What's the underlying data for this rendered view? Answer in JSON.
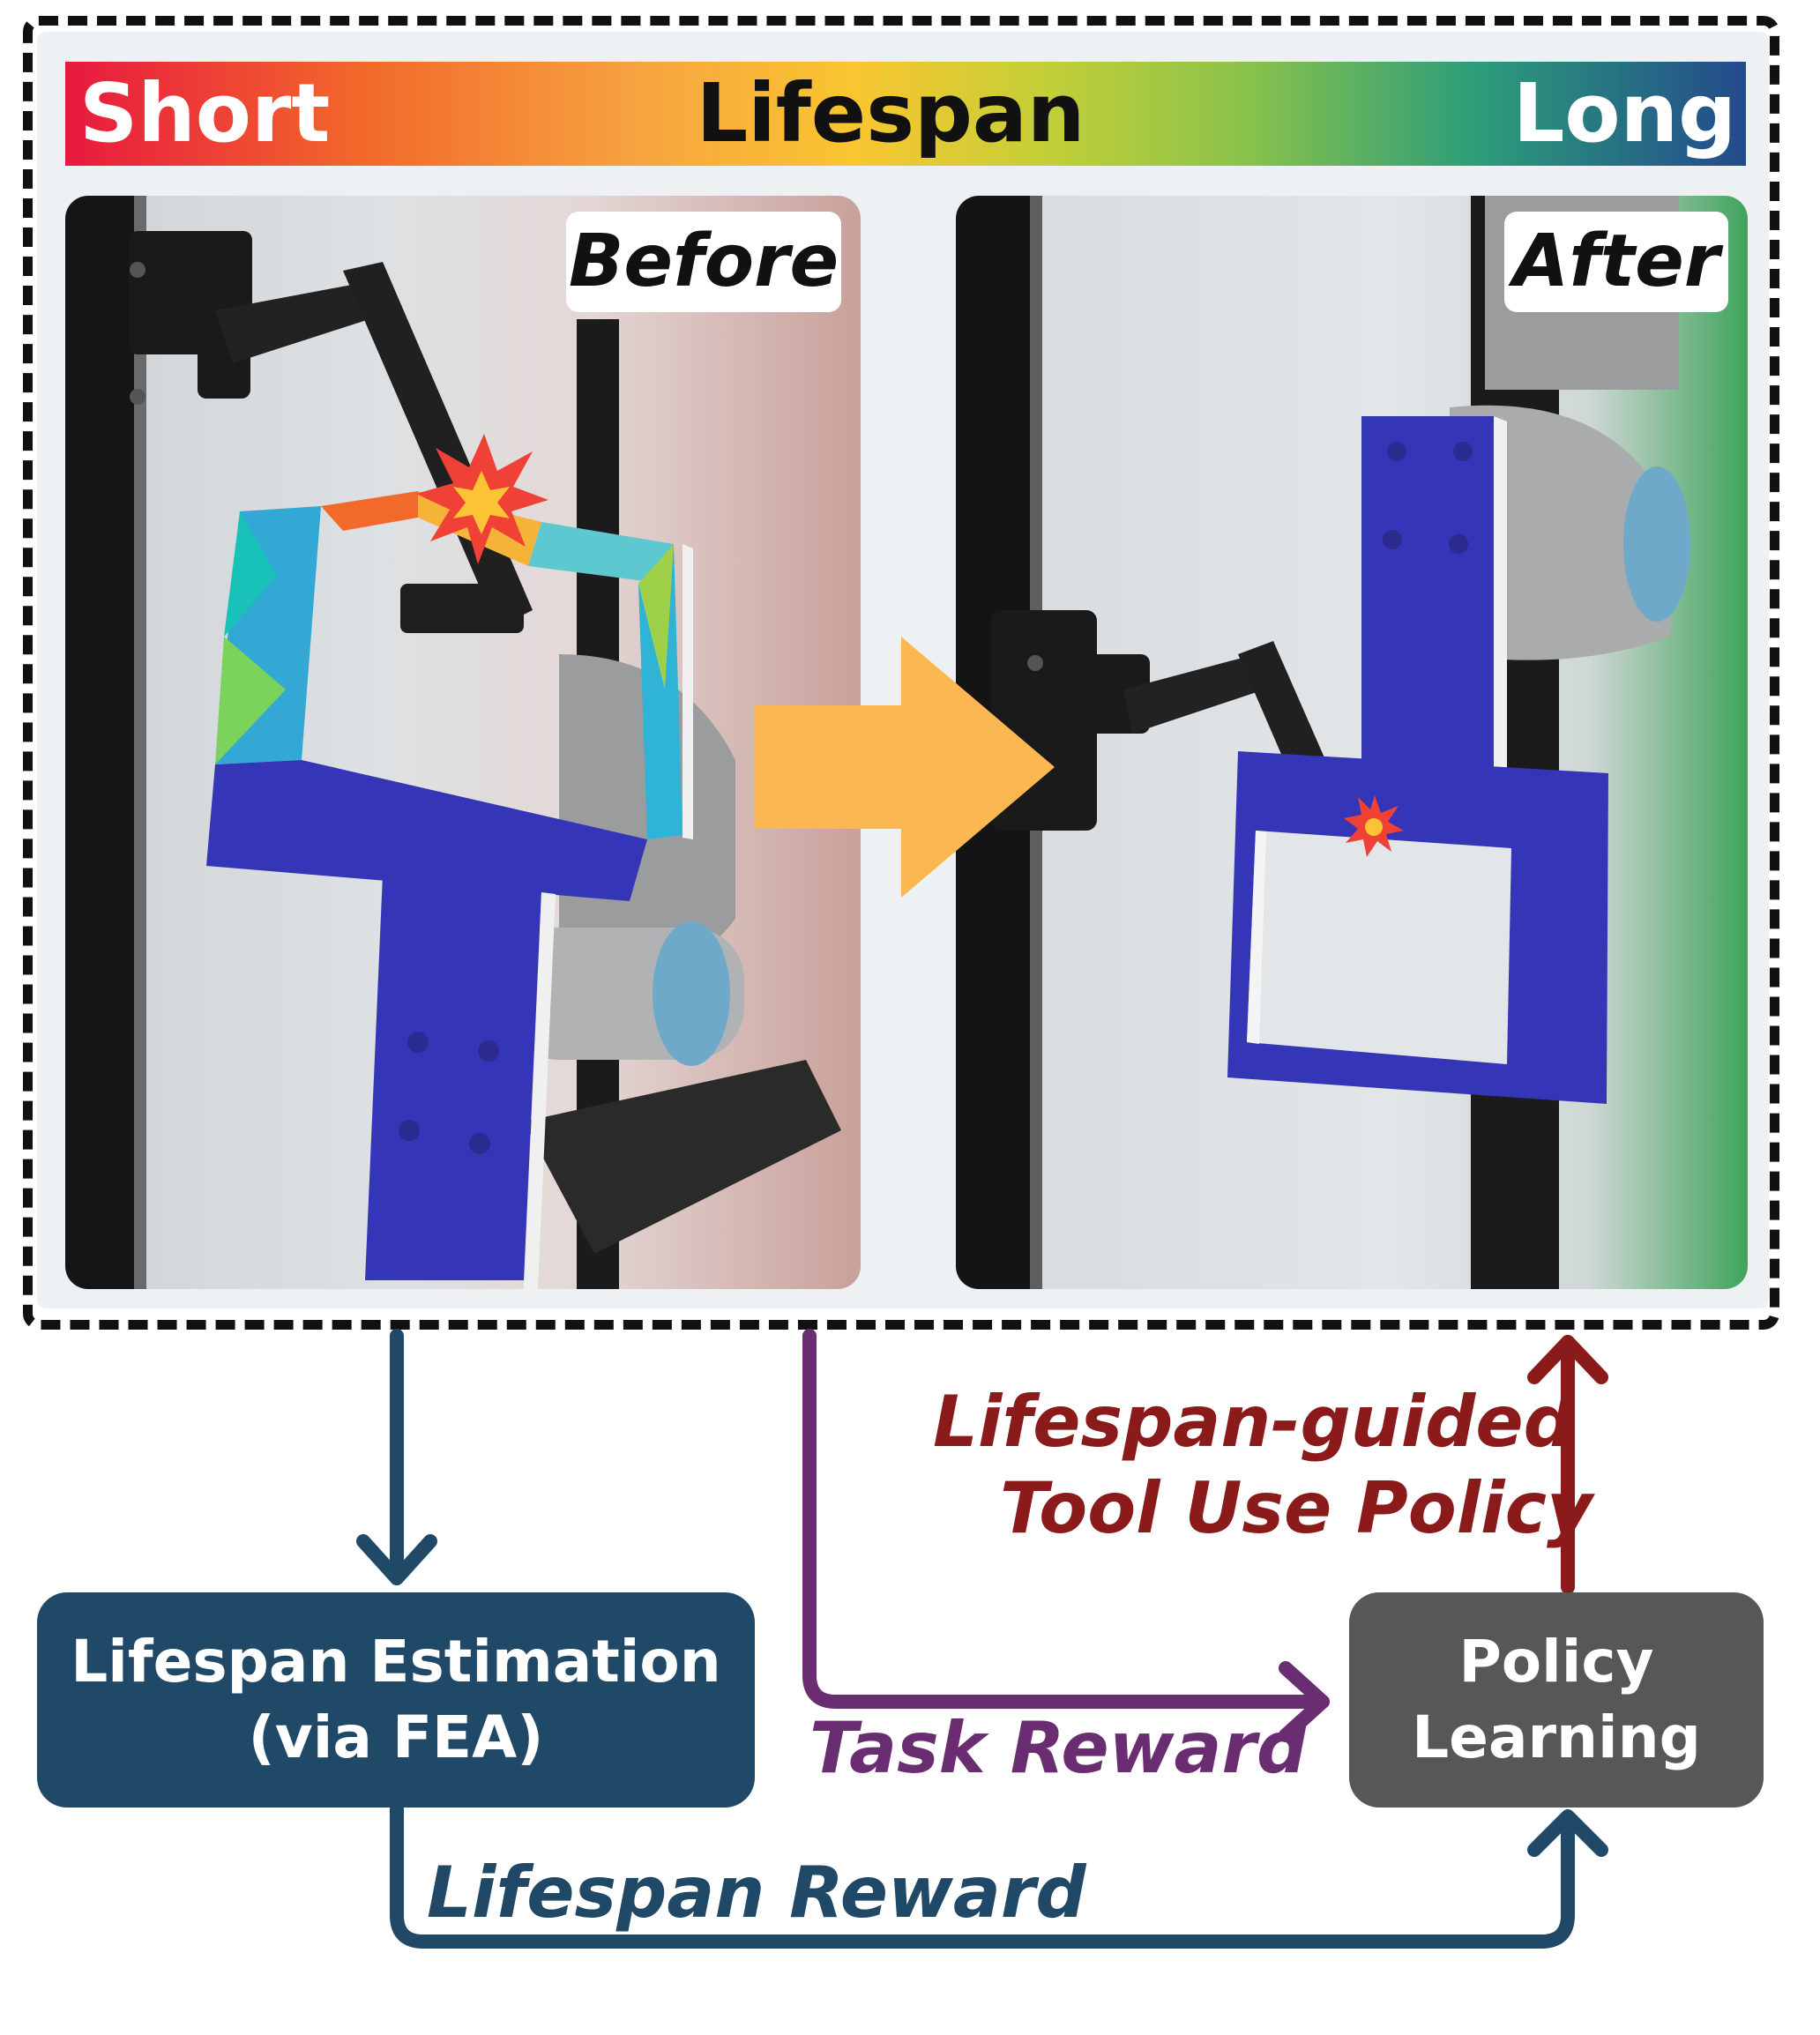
{
  "gradient_bar": {
    "left_label": "Short",
    "center_label": "Lifespan",
    "right_label": "Long",
    "colors": [
      "#e8193f",
      "#f7a340",
      "#f9c630",
      "#8bc34a",
      "#234a8c"
    ]
  },
  "panels": {
    "before_label": "Before",
    "after_label": "After"
  },
  "nodes": {
    "lifespan_estimation": [
      "Lifespan Estimation",
      "(via FEA)"
    ],
    "policy_learning": [
      "Policy",
      "Learning"
    ]
  },
  "edges": {
    "policy_output": [
      "Lifespan-guided",
      "Tool Use Policy"
    ],
    "task_reward": "Task Reward",
    "lifespan_reward": "Lifespan Reward"
  },
  "colors": {
    "lifespan_blue": "#204968",
    "task_purple": "#6b2d72",
    "policy_red": "#8b1b1b",
    "transition_arrow": "#fbb752",
    "tool_mesh": "#3535b8",
    "impact_star": "#ef4135"
  }
}
